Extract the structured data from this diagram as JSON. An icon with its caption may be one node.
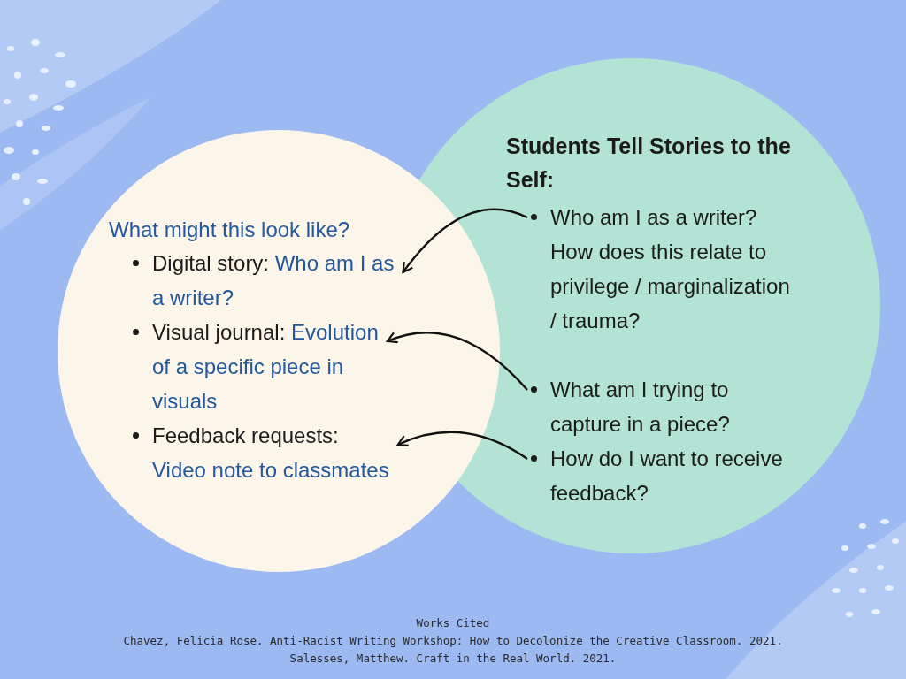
{
  "diagram": {
    "nodes": [
      {
        "text": [
          "What might this look like?"
        ]
      },
      {
        "text": [
          "Digital story:",
          "Who am I as a writer?"
        ],
        "in": 0
      },
      {
        "text": [
          "Visual journal:",
          "Evolution of a specific piece in visuals"
        ],
        "in": 0
      },
      {
        "text": [
          "Feedback requests:",
          "Video note to classmates"
        ],
        "in": 0
      },
      {
        "text": [
          "Students Tell Stories to the Self:"
        ]
      },
      {
        "text": [
          "Who am I as a writer? How does this relate to privilege / marginalization / trauma?"
        ],
        "in": 4
      },
      {
        "text": [
          "What am I trying to capture in a piece?"
        ],
        "in": 4
      },
      {
        "text": [
          "How do I want to receive feedback?"
        ],
        "in": 4
      }
    ],
    "edges": [
      {
        "from": 5,
        "to": 1,
        "arrow": "to"
      },
      {
        "from": 6,
        "to": 2,
        "arrow": "to"
      },
      {
        "from": 7,
        "to": 3,
        "arrow": "to"
      }
    ],
    "labels": [
      "Works Cited",
      "Chavez, Felicia Rose. Anti-Racist Writing Workshop: How to Decolonize the Creative Classroom. 2021.",
      "Salesses, Matthew. Craft in the Real World. 2021."
    ]
  }
}
